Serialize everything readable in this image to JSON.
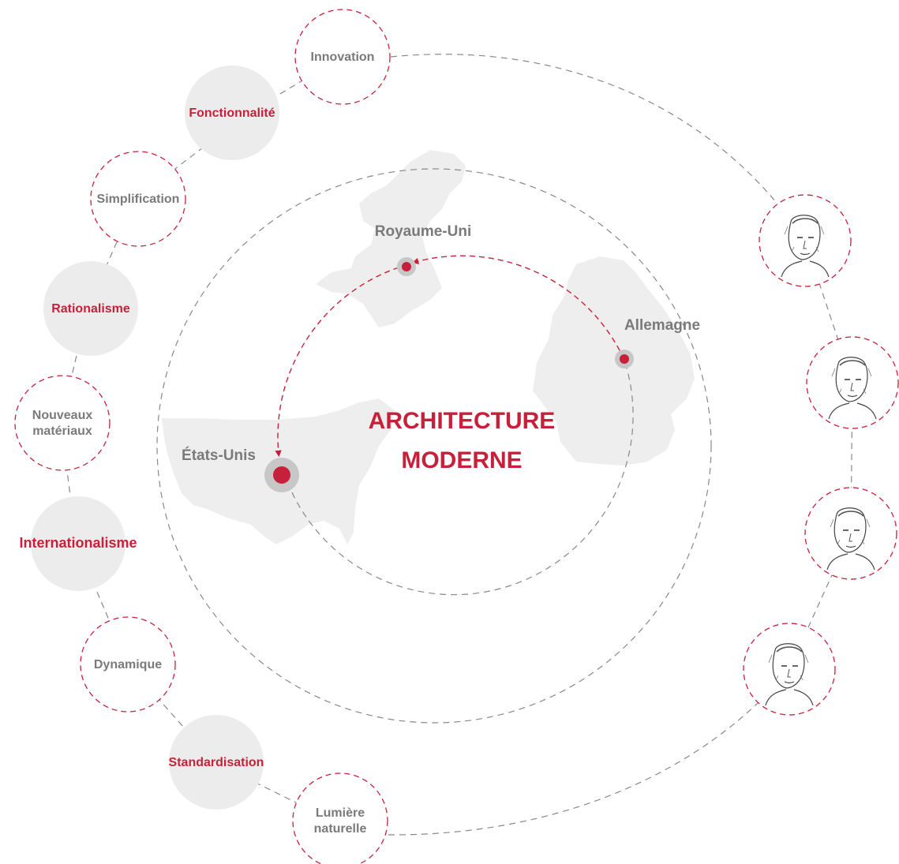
{
  "title": [
    "ARCHITECTURE",
    "MODERNE"
  ],
  "countries": {
    "uk": "Royaume-Uni",
    "germany": "Allemagne",
    "usa": "États-Unis"
  },
  "concepts": [
    {
      "id": "innovation",
      "lines": [
        "Innovation"
      ],
      "style": "dashed"
    },
    {
      "id": "fonctionnalite",
      "lines": [
        "Fonctionnalité"
      ],
      "style": "filled"
    },
    {
      "id": "simplification",
      "lines": [
        "Simplification"
      ],
      "style": "dashed"
    },
    {
      "id": "rationalisme",
      "lines": [
        "Rationalisme"
      ],
      "style": "filled"
    },
    {
      "id": "nouveaux-materiaux",
      "lines": [
        "Nouveaux",
        "matériaux"
      ],
      "style": "dashed"
    },
    {
      "id": "internationalisme",
      "lines": [
        "Internationalisme"
      ],
      "style": "filled"
    },
    {
      "id": "dynamique",
      "lines": [
        "Dynamique"
      ],
      "style": "dashed"
    },
    {
      "id": "standardisation",
      "lines": [
        "Standardisation"
      ],
      "style": "filled"
    },
    {
      "id": "lumiere-naturelle",
      "lines": [
        "Lumière",
        "naturelle"
      ],
      "style": "dashed"
    }
  ],
  "portraits": [
    {
      "id": "architect-1",
      "icon": "portrait-sketch-icon"
    },
    {
      "id": "architect-2",
      "icon": "portrait-sketch-icon"
    },
    {
      "id": "architect-3",
      "icon": "portrait-sketch-icon"
    },
    {
      "id": "architect-4",
      "icon": "portrait-sketch-icon"
    }
  ],
  "colors": {
    "accent": "#c8203a",
    "muted_text": "#7a7a7a",
    "fill": "#ececec",
    "map": "#eeeeee",
    "line": "#888888"
  }
}
